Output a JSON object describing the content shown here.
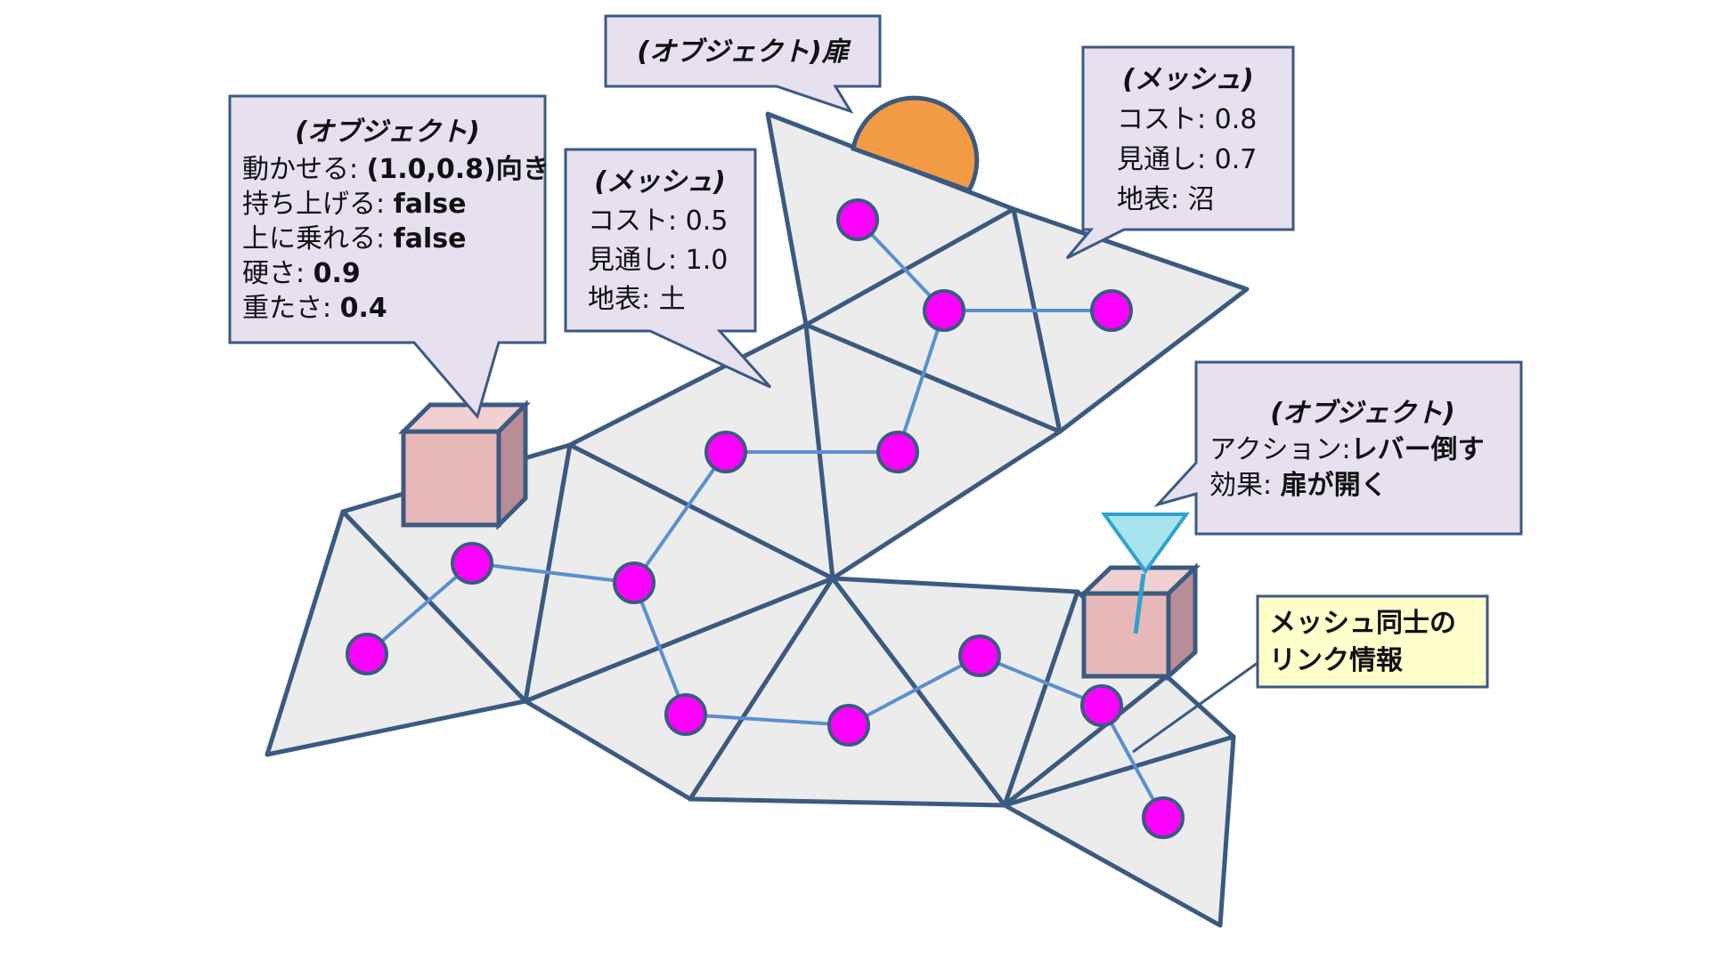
{
  "callouts": {
    "block": {
      "title": "(オブジェクト)",
      "lines": [
        {
          "label": "動かせる:",
          "value": "(1.0,0.8)向き"
        },
        {
          "label": "持ち上げる:",
          "value": "false"
        },
        {
          "label": "上に乗れる:",
          "value": "false"
        },
        {
          "label": "硬さ:",
          "value": "0.9"
        },
        {
          "label": "重たさ:",
          "value": "0.4"
        }
      ]
    },
    "mesh_a": {
      "title": "(メッシュ)",
      "lines": [
        {
          "label": "コスト:",
          "value": "0.5"
        },
        {
          "label": "見通し:",
          "value": "1.0"
        },
        {
          "label": "地表:",
          "value": "土"
        }
      ]
    },
    "door": {
      "title": "(オブジェクト)",
      "name": "扉"
    },
    "mesh_b": {
      "title": "(メッシュ)",
      "lines": [
        {
          "label": "コスト:",
          "value": "0.8"
        },
        {
          "label": "見通し:",
          "value": "0.7"
        },
        {
          "label": "地表:",
          "value": "沼"
        }
      ]
    },
    "lever": {
      "title": "(オブジェクト)",
      "lines": [
        {
          "label": "アクション:",
          "value": "レバー倒す"
        },
        {
          "label": "効果:",
          "value": "扉が開く"
        }
      ]
    }
  },
  "link_note": {
    "line1": "メッシュ同士の",
    "line2": "リンク情報"
  },
  "colors": {
    "mesh_fill": "#ececec",
    "mesh_stroke": "#3b5a82",
    "node": "#ff00ff",
    "link": "#5b8fd0",
    "callout_fill": "#e6e0ef",
    "note_fill": "#ffffcc",
    "block_front": "#e8b8b8",
    "door": "#f39a45",
    "lever": "#a8e4ee"
  }
}
